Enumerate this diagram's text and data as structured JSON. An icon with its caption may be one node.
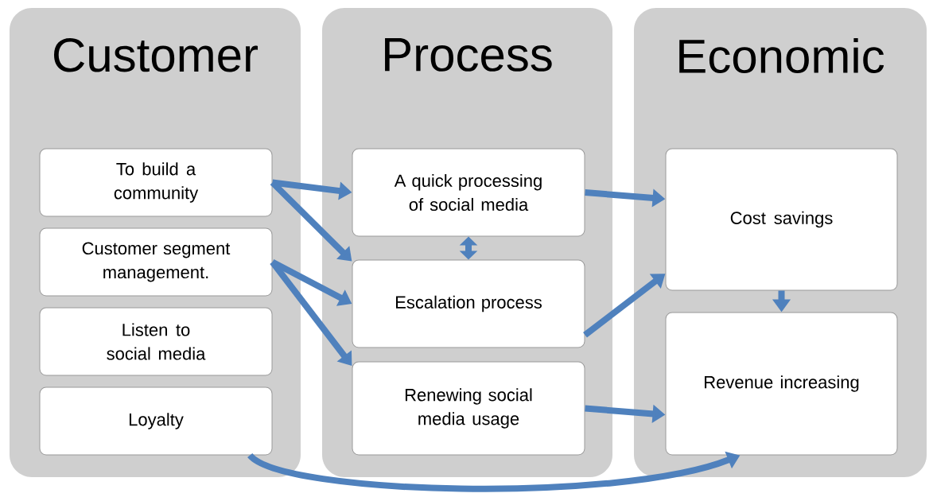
{
  "diagram": {
    "nodes": [
      {
        "text": [
          "Customer"
        ]
      },
      {
        "text": [
          "Process"
        ]
      },
      {
        "text": [
          "Economic"
        ]
      },
      {
        "text": [
          "To build a community"
        ],
        "in": 0
      },
      {
        "text": [
          "Customer segment management."
        ],
        "in": 0
      },
      {
        "text": [
          "Listen to social media"
        ],
        "in": 0
      },
      {
        "text": [
          "Loyalty"
        ],
        "in": 0
      },
      {
        "text": [
          "A quick processing of social media"
        ],
        "in": 1
      },
      {
        "text": [
          "Escalation process"
        ],
        "in": 1
      },
      {
        "text": [
          "Renewing social media usage"
        ],
        "in": 1
      },
      {
        "text": [
          "Cost savings"
        ],
        "in": 2
      },
      {
        "text": [
          "Revenue increasing"
        ],
        "in": 2
      }
    ],
    "edges": [
      {
        "from": 3,
        "to": 7,
        "arrow": "to"
      },
      {
        "from": 3,
        "to": 8,
        "arrow": "to"
      },
      {
        "from": 4,
        "to": 8,
        "arrow": "to"
      },
      {
        "from": 4,
        "to": 9,
        "arrow": "to"
      },
      {
        "from": 7,
        "to": 8,
        "arrow": "both"
      },
      {
        "from": 7,
        "to": 10,
        "arrow": "to"
      },
      {
        "from": 8,
        "to": 10,
        "arrow": "to"
      },
      {
        "from": 9,
        "to": 11,
        "arrow": "to"
      },
      {
        "from": 10,
        "to": 11,
        "arrow": "to"
      },
      {
        "from": 6,
        "to": 11,
        "arrow": "to"
      }
    ]
  }
}
